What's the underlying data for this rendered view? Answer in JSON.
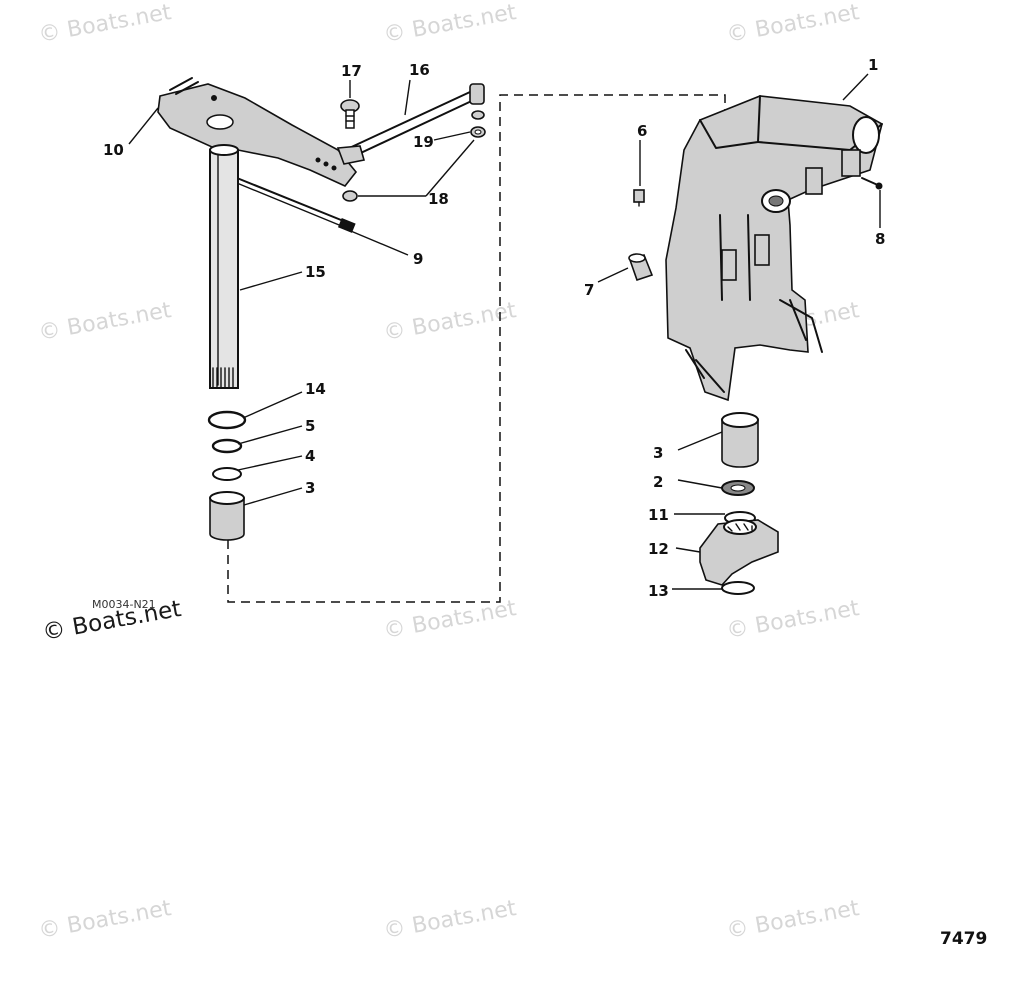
{
  "watermark": "© Boats.net",
  "figure_code": "M0034-N21",
  "drawing_number": "7479",
  "callouts": {
    "c1": "1",
    "c2": "2",
    "c3a": "3",
    "c3b": "3",
    "c4": "4",
    "c5": "5",
    "c6": "6",
    "c7": "7",
    "c8": "8",
    "c9": "9",
    "c10": "10",
    "c11": "11",
    "c12": "12",
    "c13": "13",
    "c14": "14",
    "c15": "15",
    "c16": "16",
    "c17": "17",
    "c18": "18",
    "c19": "19"
  }
}
